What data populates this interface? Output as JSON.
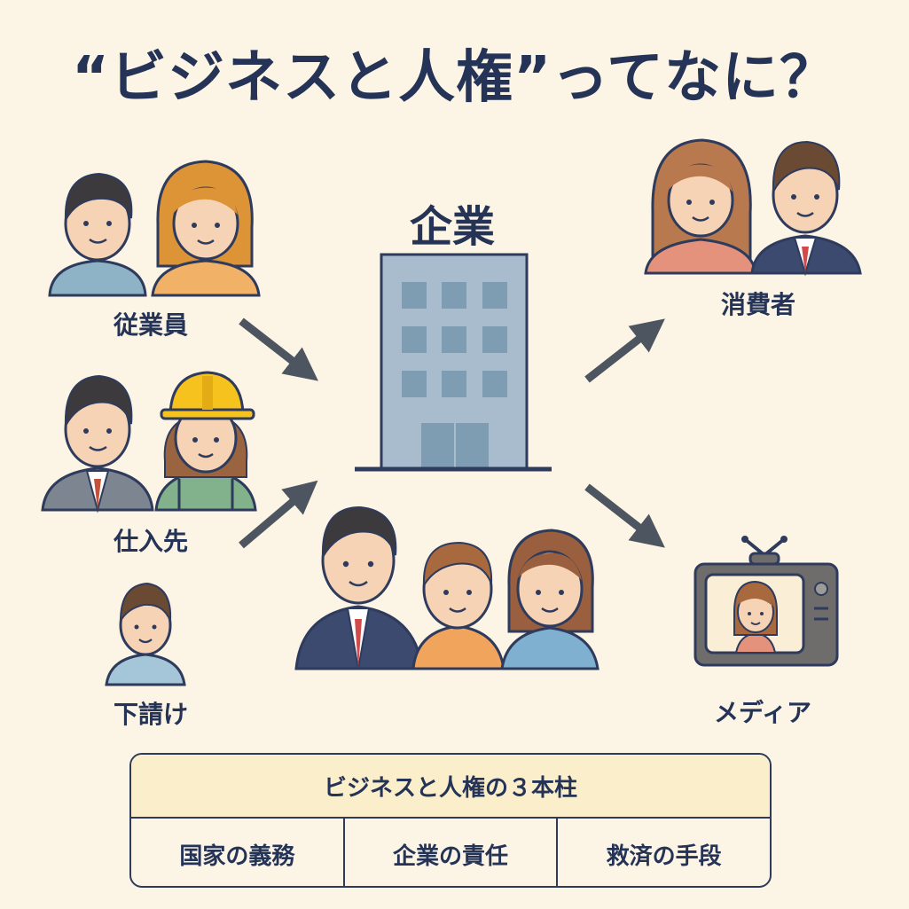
{
  "title": "“ビジネスと人権”ってなに？",
  "center": {
    "label": "企業"
  },
  "groups": {
    "employees": "従業員",
    "suppliers": "仕入先",
    "subcontractors": "下請け",
    "consumers": "消費者",
    "media": "メディア"
  },
  "pillars": {
    "heading": "ビジネスと人権の３本柱",
    "items": [
      "国家の義務",
      "企業の責任",
      "救済の手段"
    ]
  },
  "colors": {
    "background": "#fcf5e6",
    "text": "#243356",
    "building": "#a9bccd",
    "window": "#7e9db3",
    "arrow": "#4d5560",
    "pillar_header": "#fbeecb"
  }
}
